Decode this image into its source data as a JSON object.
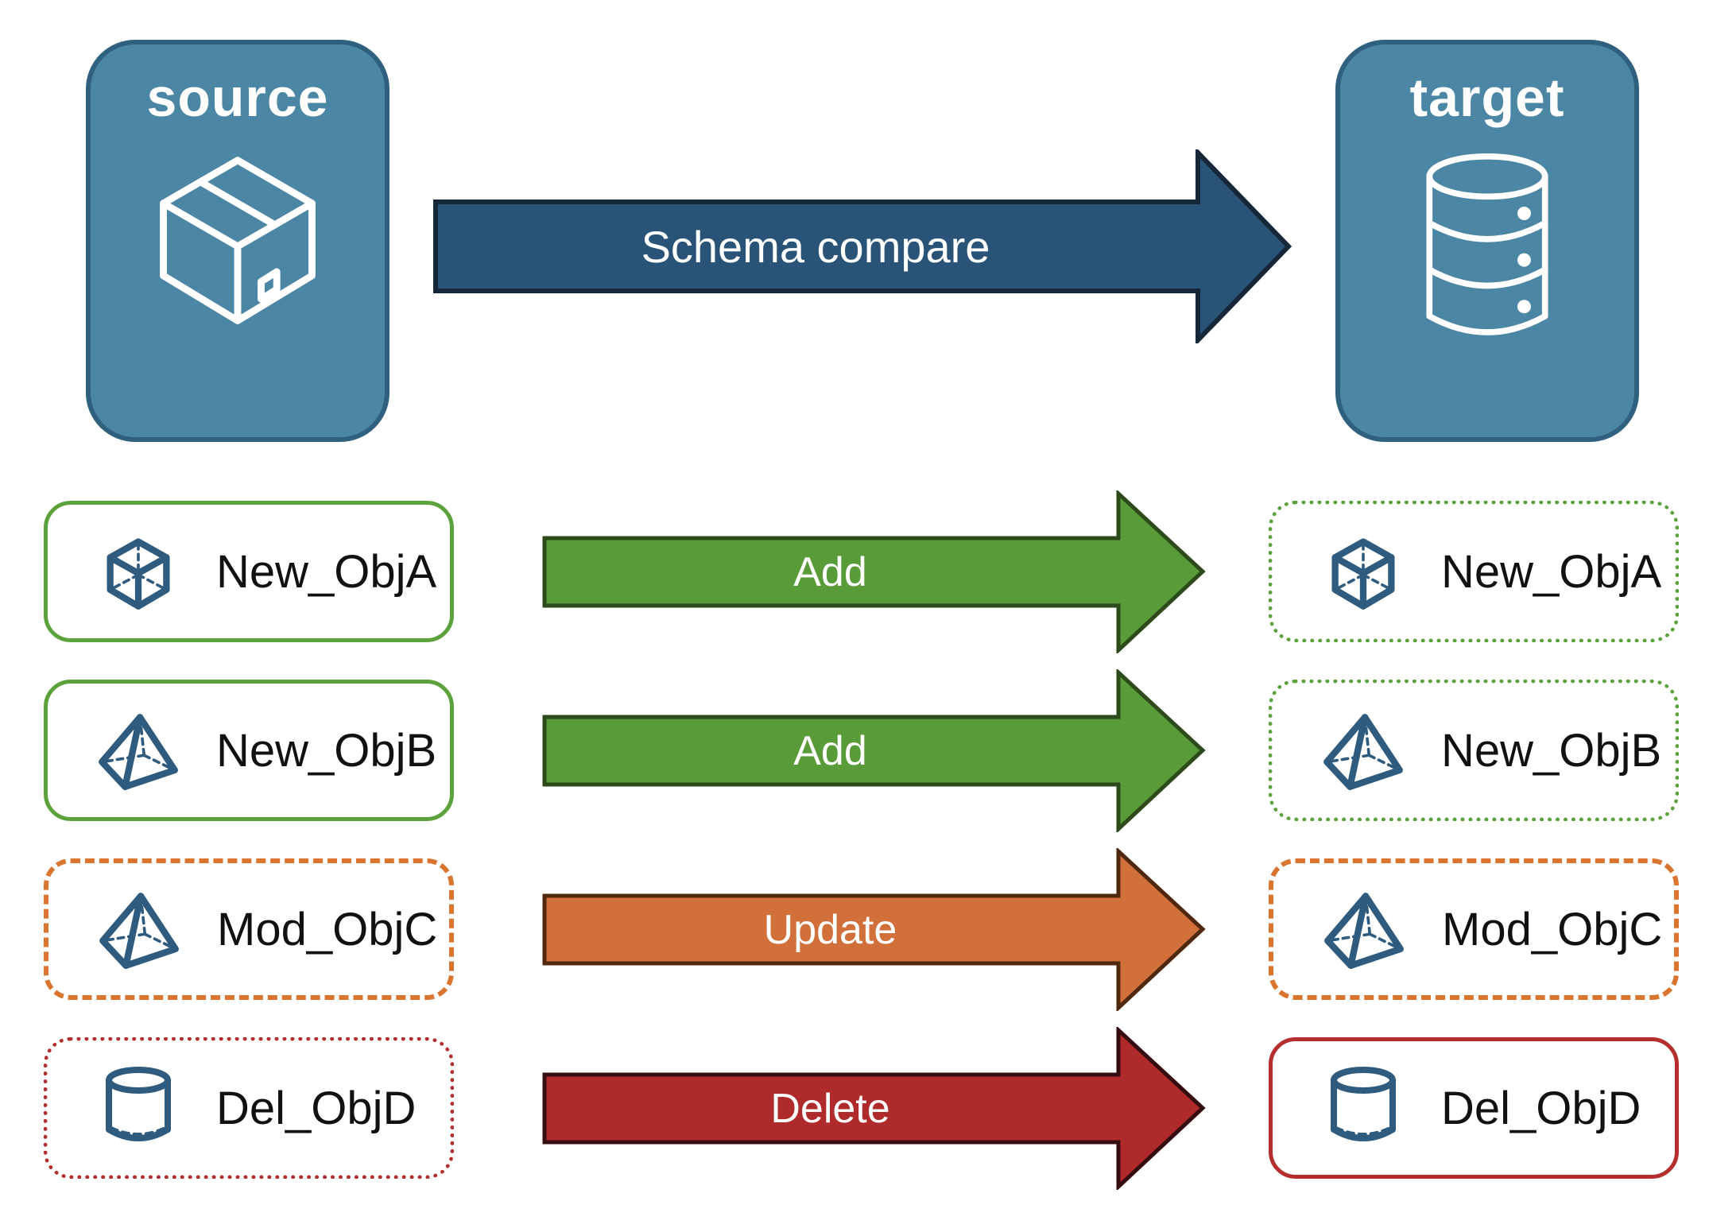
{
  "nodes": {
    "source": {
      "label": "source",
      "icon": "package-icon"
    },
    "target": {
      "label": "target",
      "icon": "database-icon"
    }
  },
  "compare": {
    "label": "Schema compare",
    "color": "#2A5477",
    "border": "#16273A"
  },
  "rows": [
    {
      "left": {
        "label": "New_ObjA",
        "icon": "cube-icon",
        "border_style": "solid-green"
      },
      "arrow": {
        "label": "Add",
        "color": "#589B38",
        "border": "#2C4A1A"
      },
      "right": {
        "label": "New_ObjA",
        "icon": "cube-icon",
        "border_style": "dotted-green"
      }
    },
    {
      "left": {
        "label": "New_ObjB",
        "icon": "pyramid-icon",
        "border_style": "solid-green"
      },
      "arrow": {
        "label": "Add",
        "color": "#589B38",
        "border": "#2C4A1A"
      },
      "right": {
        "label": "New_ObjB",
        "icon": "pyramid-icon",
        "border_style": "dotted-green"
      }
    },
    {
      "left": {
        "label": "Mod_ObjC",
        "icon": "pyramid-icon",
        "border_style": "dashed-orange"
      },
      "arrow": {
        "label": "Update",
        "color": "#D1703A",
        "border": "#4F280F"
      },
      "right": {
        "label": "Mod_ObjC",
        "icon": "pyramid-icon",
        "border_style": "dashed-orange"
      }
    },
    {
      "left": {
        "label": "Del_ObjD",
        "icon": "cylinder-icon",
        "border_style": "dotted-red"
      },
      "arrow": {
        "label": "Delete",
        "color": "#AF2A2A",
        "border": "#350D10"
      },
      "right": {
        "label": "Del_ObjD",
        "icon": "cylinder-icon",
        "border_style": "solid-red"
      }
    }
  ],
  "colors": {
    "node_fill": "#4C86A5",
    "node_border": "#2F617F",
    "node_icon_stroke": "#FFFFFF",
    "card_icon_stroke": "#2E5B7E",
    "green_border": "#5CA23C",
    "orange_border": "#D9752F",
    "red_border": "#B42E2E",
    "label_text": "#111111"
  }
}
